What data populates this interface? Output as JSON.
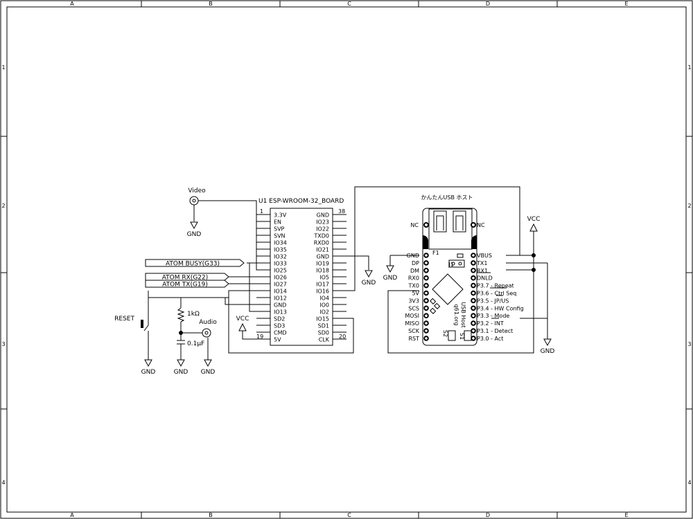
{
  "border": {
    "columns": [
      "A",
      "B",
      "C",
      "D",
      "E"
    ],
    "rows": [
      "1",
      "2",
      "3",
      "4"
    ]
  },
  "u1": {
    "title": "U1 ESP-WROOM-32_BOARD",
    "pin_first": "1",
    "pin_last": "38",
    "pin_19": "19",
    "pin_20": "20",
    "left_pins": [
      "3.3V",
      "EN",
      "SVP",
      "SVN",
      "IO34",
      "IO35",
      "IO32",
      "IO33",
      "IO25",
      "IO26",
      "IO27",
      "IO14",
      "IO12",
      "GND",
      "IO13",
      "SD2",
      "SD3",
      "CMD",
      "5V"
    ],
    "right_pins": [
      "GND",
      "IO23",
      "IO22",
      "TXD0",
      "RXD0",
      "IO21",
      "GND",
      "IO19",
      "IO18",
      "IO5",
      "IO17",
      "IO16",
      "IO4",
      "IO0",
      "IO2",
      "IO15",
      "SD1",
      "SD0",
      "CLK"
    ]
  },
  "usb": {
    "title": "かんたんUSB ホスト",
    "nc_left": "NC",
    "nc_right": "NC",
    "left_pins": [
      "GND",
      "DP",
      "DM",
      "RX0",
      "TX0",
      "5V",
      "3V3",
      "SCS",
      "MOSI",
      "MISO",
      "SCK",
      "RST"
    ],
    "right_pins": [
      "VBUS",
      "TX1",
      "RX1",
      "DNLD",
      "P3.7 - Repeat",
      "P3.6 - Ctrl Seq",
      "P3.5 - JP/US",
      "P3.4 - HW Config",
      "P3.3 - Mode",
      "P3.2 - INT",
      "P3.1 - Detect",
      "P3.0 - Act"
    ],
    "board_text": [
      "q61.org",
      "USB Host"
    ],
    "f1": "F1",
    "j1": "J1",
    "s2": "S2",
    "s1": "S1"
  },
  "labels": {
    "video": "Video",
    "audio": "Audio",
    "reset": "RESET",
    "res": "1kΩ",
    "cap": "0.1μF",
    "vcc_left": "VCC",
    "vcc_right": "VCC",
    "gnd": "GND",
    "atom_busy": "ATOM BUSY(G33)",
    "atom_rx": "ATOM RX(G22)",
    "atom_tx": "ATOM TX(G19)"
  }
}
